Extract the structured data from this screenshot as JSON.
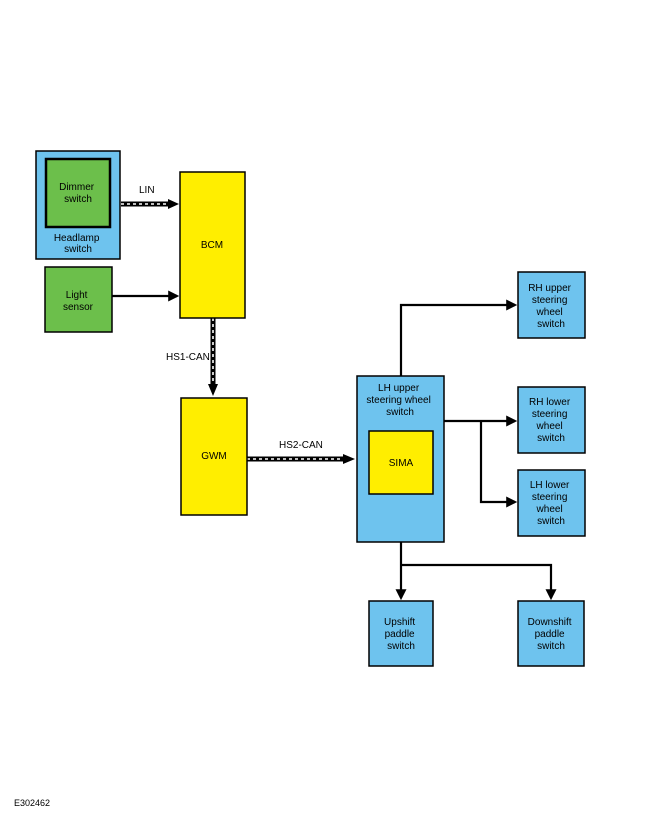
{
  "diagram": {
    "nodes": {
      "headlamp": {
        "label": [
          "Headlamp",
          "switch"
        ],
        "color": "#6ec3ee"
      },
      "dimmer": {
        "label": [
          "Dimmer",
          "switch"
        ],
        "color": "#6cbf4b"
      },
      "light_sensor": {
        "label": [
          "Light",
          "sensor"
        ],
        "color": "#6cbf4b"
      },
      "bcm": {
        "label": [
          "BCM"
        ],
        "color": "#ffee00"
      },
      "gwm": {
        "label": [
          "GWM"
        ],
        "color": "#ffee00"
      },
      "lh_upper": {
        "label": [
          "LH upper",
          "steering wheel",
          "switch"
        ],
        "color": "#6ec3ee"
      },
      "sima": {
        "label": [
          "SIMA"
        ],
        "color": "#ffee00"
      },
      "rh_upper": {
        "label": [
          "RH upper",
          "steering",
          "wheel",
          "switch"
        ],
        "color": "#6ec3ee"
      },
      "rh_lower": {
        "label": [
          "RH lower",
          "steering",
          "wheel",
          "switch"
        ],
        "color": "#6ec3ee"
      },
      "lh_lower": {
        "label": [
          "LH lower",
          "steering",
          "wheel",
          "switch"
        ],
        "color": "#6ec3ee"
      },
      "upshift": {
        "label": [
          "Upshift",
          "paddle",
          "switch"
        ],
        "color": "#6ec3ee"
      },
      "downshift": {
        "label": [
          "Downshift",
          "paddle",
          "switch"
        ],
        "color": "#6ec3ee"
      }
    },
    "bus_labels": {
      "lin": "LIN",
      "hs1_can": "HS1-CAN",
      "hs2_can": "HS2-CAN"
    },
    "reference": "E302462"
  }
}
